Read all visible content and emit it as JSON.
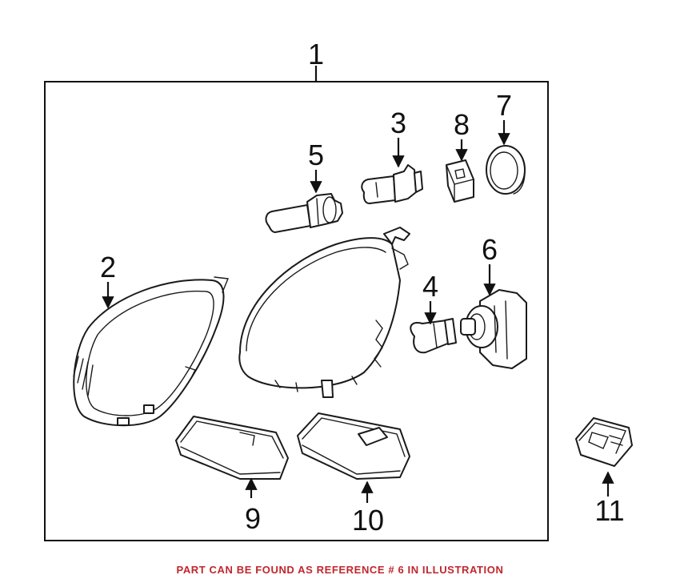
{
  "callouts": {
    "c1": "1",
    "c2": "2",
    "c3": "3",
    "c4": "4",
    "c5": "5",
    "c6": "6",
    "c7": "7",
    "c8": "8",
    "c9": "9",
    "c10": "10",
    "c11": "11"
  },
  "note": "PART CAN BE FOUND AS REFERENCE # 6 IN ILLUSTRATION",
  "colors": {
    "note": "#c0262d",
    "line": "#1a1a1a"
  }
}
